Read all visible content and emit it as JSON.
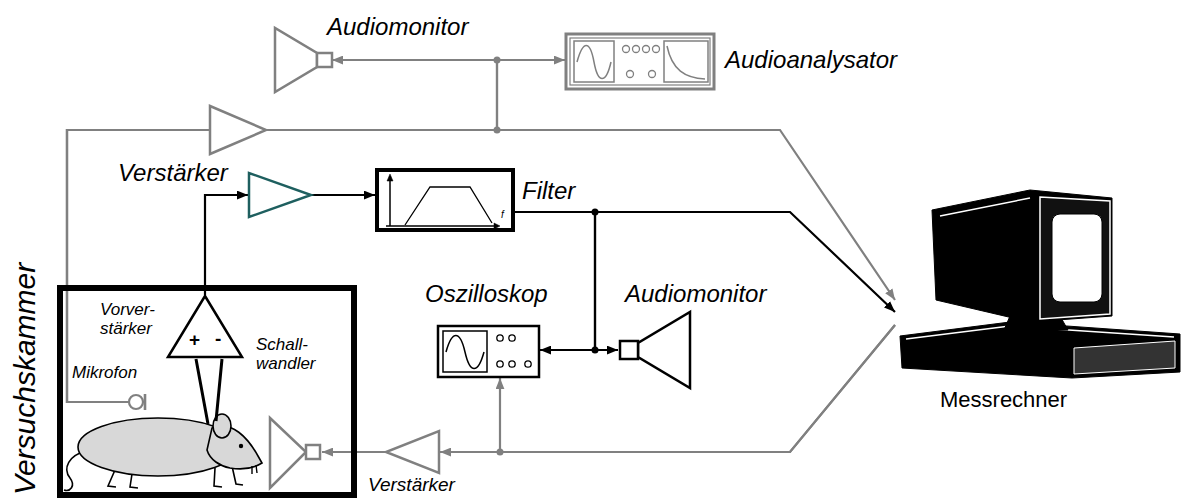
{
  "diagram": {
    "nodes": [
      {
        "text": [
          "Versuchskammer"
        ]
      },
      {
        "text": [
          "Mikrofon"
        ],
        "in": 0
      },
      {
        "text": [
          "Vorver- stärker"
        ],
        "in": 0
      },
      {
        "text": [
          "Schall- wandler"
        ],
        "in": 0
      },
      {
        "text": [
          "Verstärker"
        ]
      },
      {
        "text": [
          "Filter"
        ]
      },
      {
        "text": [
          "Audiomonitor"
        ]
      },
      {
        "text": [
          "Audioanalysator"
        ]
      },
      {
        "text": [
          "Oszilloskop"
        ]
      },
      {
        "text": [
          "Audiomonitor"
        ]
      },
      {
        "text": [
          "Messrechner"
        ]
      },
      {
        "text": [
          "Verstärker"
        ]
      }
    ],
    "edges": [
      {
        "from": 1,
        "to": 10,
        "arrow": "to"
      },
      {
        "from": 1,
        "to": 6,
        "arrow": "to"
      },
      {
        "from": 1,
        "to": 7,
        "arrow": "to"
      },
      {
        "from": 2,
        "to": 4,
        "arrow": "to"
      },
      {
        "from": 4,
        "to": 5,
        "arrow": "to"
      },
      {
        "from": 5,
        "to": 10,
        "arrow": "to"
      },
      {
        "from": 5,
        "to": 8,
        "arrow": "to"
      },
      {
        "from": 5,
        "to": 9,
        "arrow": "to"
      },
      {
        "from": 10,
        "to": 11,
        "arrow": "to"
      },
      {
        "from": 10,
        "to": 8,
        "arrow": "to"
      },
      {
        "from": 11,
        "to": 3,
        "arrow": "to"
      }
    ],
    "labels": [
      "+",
      "-",
      "f"
    ]
  }
}
